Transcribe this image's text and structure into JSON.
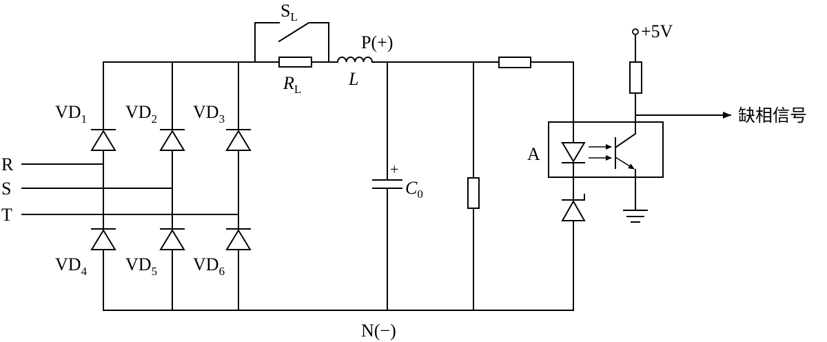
{
  "labels": {
    "sl": "S",
    "sl_sub": "L",
    "p": "P(+)",
    "rl": "R",
    "rl_sub": "L",
    "l": "L",
    "vd1": "VD",
    "vd1_sub": "1",
    "vd2": "VD",
    "vd2_sub": "2",
    "vd3": "VD",
    "vd3_sub": "3",
    "vd4": "VD",
    "vd4_sub": "4",
    "vd5": "VD",
    "vd5_sub": "5",
    "vd6": "VD",
    "vd6_sub": "6",
    "r": "R",
    "s": "S",
    "t": "T",
    "cap_plus": "+",
    "c0": "C",
    "c0_sub": "0",
    "a": "A",
    "v5": "+5V",
    "signal": "缺相信号",
    "n": "N(−)"
  }
}
